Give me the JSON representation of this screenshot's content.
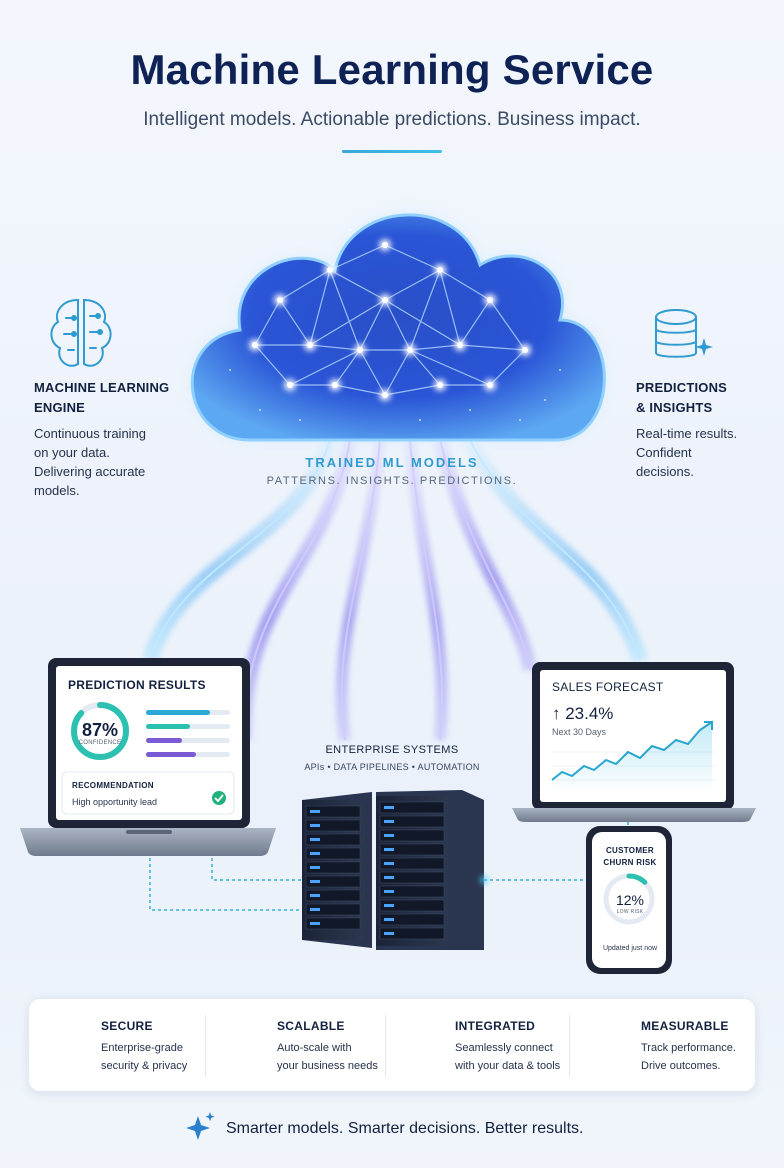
{
  "header": {
    "title": "Machine Learning Service",
    "subtitle": "Intelligent models. Actionable predictions. Business impact."
  },
  "left_panel": {
    "icon": "brain-circuit-icon",
    "title_line1": "MACHINE LEARNING",
    "title_line2": "ENGINE",
    "text_lines": [
      "Continuous training",
      "on your data.",
      "Delivering accurate",
      "models."
    ]
  },
  "right_panel": {
    "icon": "database-sparkle-icon",
    "title_line1": "PREDICTIONS",
    "title_line2": "& INSIGHTS",
    "text_lines": [
      "Real-time results.",
      "Confident",
      "decisions."
    ]
  },
  "cloud": {
    "title": "TRAINED ML MODELS",
    "subtitle": "PATTERNS. INSIGHTS. PREDICTIONS."
  },
  "prediction_results": {
    "title": "PREDICTION RESULTS",
    "confidence_value": "87%",
    "confidence_label": "CONFIDENCE",
    "confidence_fraction": 0.87,
    "recommendation_title": "RECOMMENDATION",
    "recommendation_text": "High opportunity lead"
  },
  "sales_forecast": {
    "title": "SALES FORECAST",
    "value": "↑ 23.4%",
    "period": "Next 30 Days"
  },
  "enterprise": {
    "title": "ENTERPRISE SYSTEMS",
    "subtitle": "APIs • DATA PIPELINES • AUTOMATION"
  },
  "churn": {
    "title_line1": "CUSTOMER",
    "title_line2": "CHURN RISK",
    "value": "12%",
    "label": "LOW RISK",
    "fraction": 0.12,
    "updated": "Updated just now"
  },
  "features": [
    {
      "icon": "shield-icon",
      "title": "SECURE",
      "lines": [
        "Enterprise-grade",
        "security & privacy"
      ]
    },
    {
      "icon": "clock-icon",
      "title": "SCALABLE",
      "lines": [
        "Auto-scale with",
        "your business needs"
      ]
    },
    {
      "icon": "network-nodes-icon",
      "title": "INTEGRATED",
      "lines": [
        "Seamlessly connect",
        "with your data & tools"
      ]
    },
    {
      "icon": "bar-chart-icon",
      "title": "MEASURABLE",
      "lines": [
        "Track performance.",
        "Drive outcomes."
      ]
    }
  ],
  "footer": {
    "icon": "sparkle-icon",
    "text": "Smarter models. Smarter decisions. Better results."
  },
  "colors": {
    "navy": "#0e2255",
    "accent_blue": "#2f9bd0",
    "teal": "#2cc0b0",
    "purple": "#7b5ad6",
    "success_green": "#22b07d"
  }
}
